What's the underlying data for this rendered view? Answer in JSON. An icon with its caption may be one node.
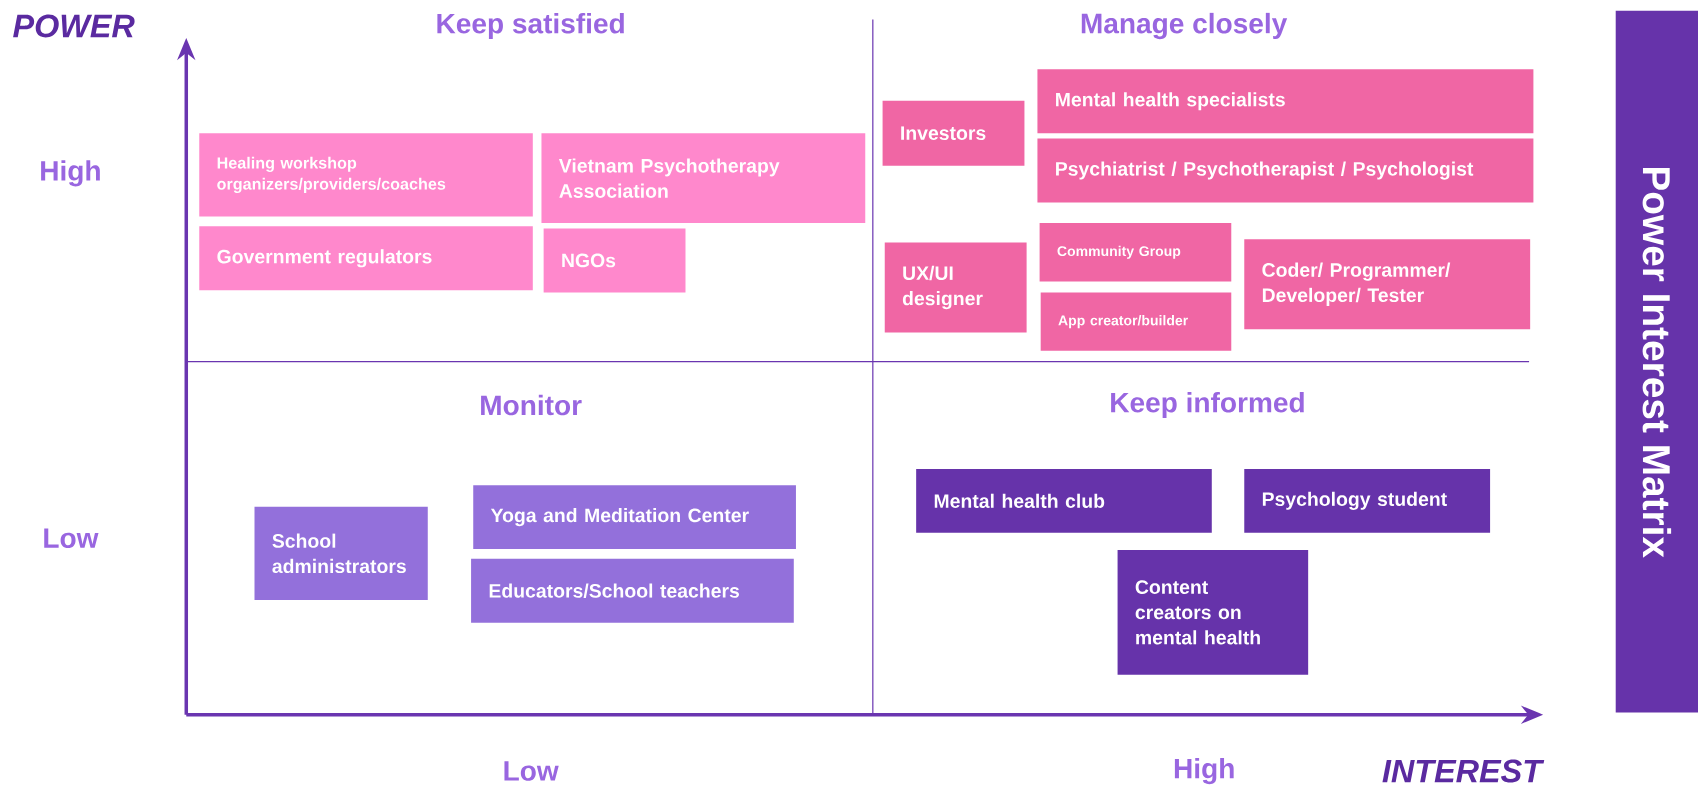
{
  "diagram": {
    "nodes": [
      {
        "text": [
          "Healing workshop organizers/providers/coaches"
        ]
      },
      {
        "text": [
          "Vietnam Psychotherapy Association"
        ]
      },
      {
        "text": [
          "Government regulators"
        ]
      },
      {
        "text": [
          "NGOs"
        ]
      },
      {
        "text": [
          "Investors"
        ]
      },
      {
        "text": [
          "Mental health specialists"
        ]
      },
      {
        "text": [
          "Psychiatrist / Psychotherapist / Psychologist"
        ]
      },
      {
        "text": [
          "UX/UI designer"
        ]
      },
      {
        "text": [
          "Community Group"
        ]
      },
      {
        "text": [
          "App creator/builder"
        ]
      },
      {
        "text": [
          "Coder/ Programmer/ Developer/ Tester"
        ]
      },
      {
        "text": [
          "School administrators"
        ]
      },
      {
        "text": [
          "Yoga and Meditation Center"
        ]
      },
      {
        "text": [
          "Educators/School teachers"
        ]
      },
      {
        "text": [
          "Mental health club"
        ]
      },
      {
        "text": [
          "Psychology student"
        ]
      },
      {
        "text": [
          "Content creators on mental health"
        ]
      },
      {
        "text": [
          "Power Interest Matrix"
        ]
      }
    ],
    "labels": [
      "POWER",
      "Keep satisfied",
      "Manage closely",
      "High",
      "Monitor",
      "Keep informed",
      "Low",
      "Low",
      "High",
      "INTEREST"
    ]
  }
}
